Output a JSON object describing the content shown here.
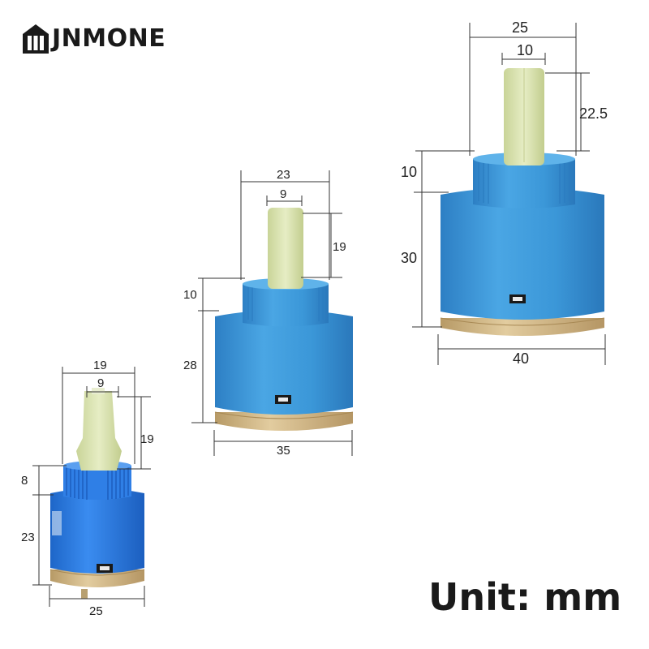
{
  "brand": {
    "name": "JNMONE",
    "logo_icon": "house-grid-icon"
  },
  "unit_label": "Unit: mm",
  "colors": {
    "body_blue": "#3d9bdc",
    "base_brass": "#d2b98a",
    "stem_green": "#d9e3b0",
    "dimension_line": "#333333"
  },
  "cartridges": {
    "small": {
      "outer_diameter": "25",
      "collar_width": "19",
      "stem_width": "9",
      "stem_height": "19",
      "collar_height": "8",
      "body_height": "23"
    },
    "medium": {
      "outer_diameter": "35",
      "collar_width": "23",
      "stem_width": "9",
      "stem_height": "19",
      "collar_height": "10",
      "body_height": "28"
    },
    "large": {
      "outer_diameter": "40",
      "collar_width": "25",
      "stem_width": "10",
      "stem_height": "22.5",
      "collar_height": "10",
      "body_height": "30"
    }
  }
}
